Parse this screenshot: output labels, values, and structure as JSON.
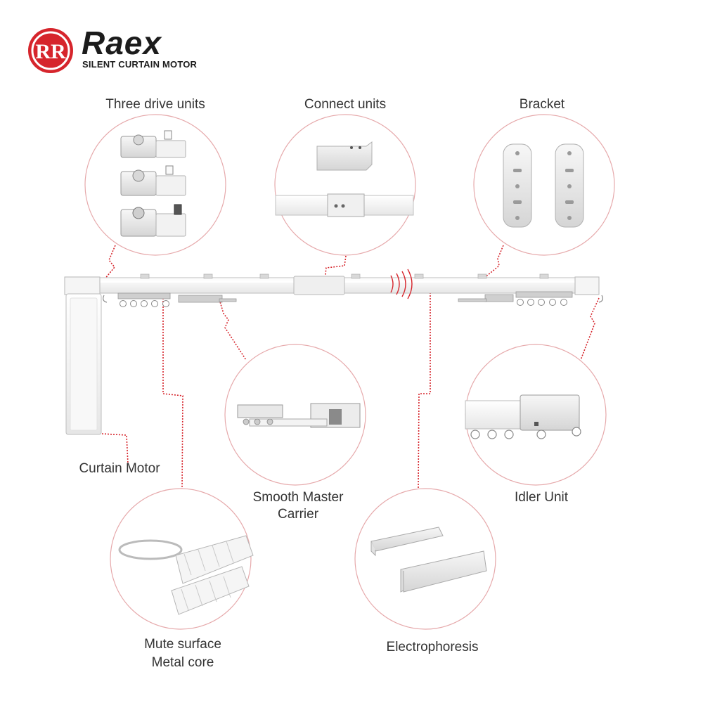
{
  "brand": {
    "name": "Raex",
    "tagline": "SILENT CURTAIN MOTOR",
    "accent_color": "#d6252c",
    "logo_icon": "rr-monogram-icon"
  },
  "components": {
    "drive_units": "Three drive units",
    "connect_units": "Connect units",
    "bracket": "Bracket",
    "curtain_motor": "Curtain Motor",
    "master_carrier_line1": "Smooth Master",
    "master_carrier_line2": "Carrier",
    "idler_unit": "Idler Unit",
    "mute_line1": "Mute surface",
    "mute_line2": "Metal core",
    "electrophoresis": "Electrophoresis"
  },
  "colors": {
    "circle_border": "#e6a9ab",
    "leader_line": "#d6252c",
    "track": "#f4f4f4"
  }
}
